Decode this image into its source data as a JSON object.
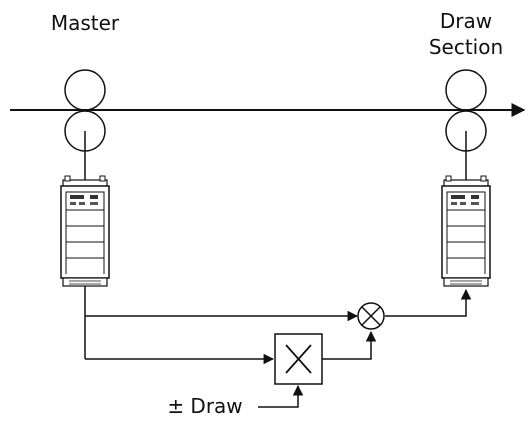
{
  "labels": {
    "master": "Master",
    "draw_line1": "Draw",
    "draw_line2": "Section",
    "draw_input": "± Draw"
  },
  "icons": {
    "multiplier": "multiply-box-icon",
    "summing_junction": "summing-junction-icon",
    "drive": "drive-unit-icon"
  },
  "colors": {
    "line": "#111111",
    "drive_fill": "#ffffff"
  }
}
